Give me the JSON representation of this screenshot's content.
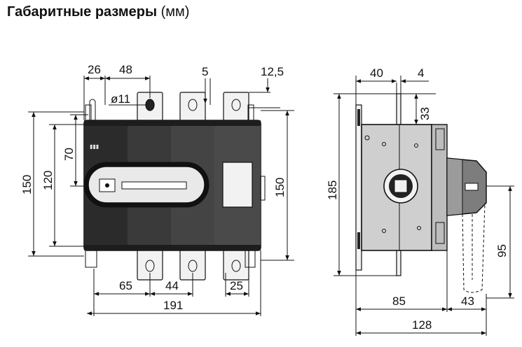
{
  "title": {
    "bold": "Габаритные размеры",
    "unit": "(мм)"
  },
  "front_view": {
    "dims": {
      "d26": "26",
      "d48": "48",
      "d5": "5",
      "d12_5": "12,5",
      "hole": "ø11",
      "d150_left": "150",
      "d120": "120",
      "d70": "70",
      "d150_right": "150",
      "d65": "65",
      "d44": "44",
      "d25": "25",
      "d191": "191"
    }
  },
  "side_view": {
    "dims": {
      "d40": "40",
      "d4": "4",
      "d33": "33",
      "d185": "185",
      "d95": "95",
      "d85": "85",
      "d43": "43",
      "d128": "128"
    }
  }
}
